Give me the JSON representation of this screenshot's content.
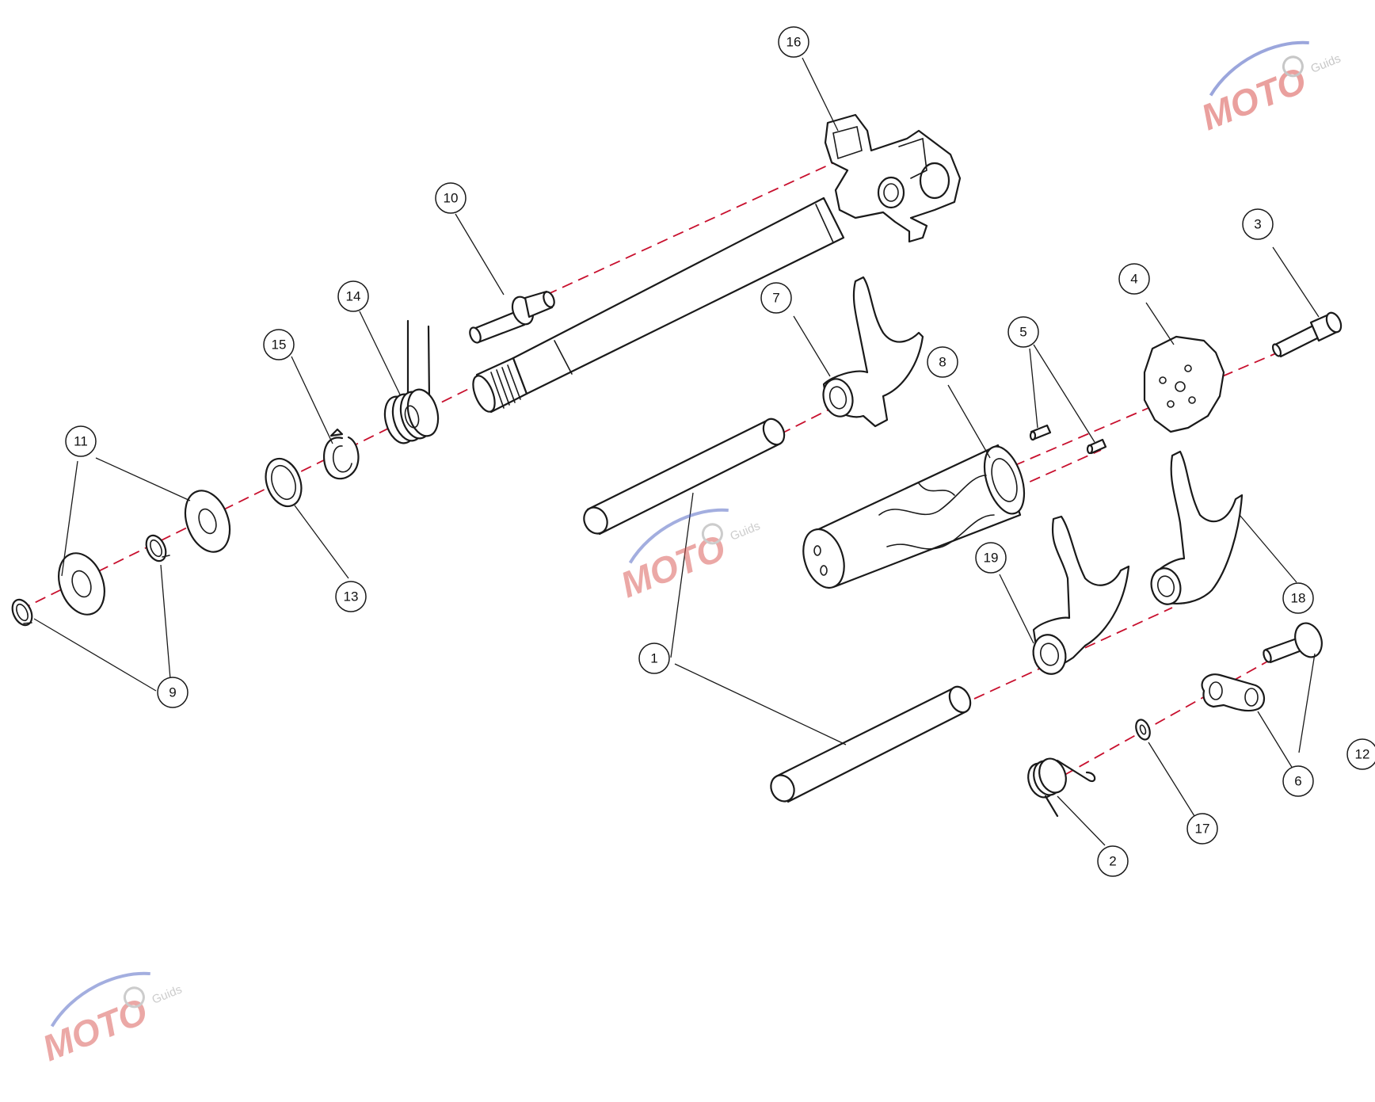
{
  "diagram": {
    "callouts": [
      {
        "id": "c1",
        "label": "1"
      },
      {
        "id": "c2",
        "label": "2"
      },
      {
        "id": "c3",
        "label": "3"
      },
      {
        "id": "c4",
        "label": "4"
      },
      {
        "id": "c5",
        "label": "5"
      },
      {
        "id": "c6",
        "label": "6"
      },
      {
        "id": "c7",
        "label": "7"
      },
      {
        "id": "c8",
        "label": "8"
      },
      {
        "id": "c9",
        "label": "9"
      },
      {
        "id": "c10",
        "label": "10"
      },
      {
        "id": "c11",
        "label": "11"
      },
      {
        "id": "c12",
        "label": "12"
      },
      {
        "id": "c13",
        "label": "13"
      },
      {
        "id": "c14",
        "label": "14"
      },
      {
        "id": "c15",
        "label": "15"
      },
      {
        "id": "c16",
        "label": "16"
      },
      {
        "id": "c17",
        "label": "17"
      },
      {
        "id": "c18",
        "label": "18"
      },
      {
        "id": "c19",
        "label": "19"
      }
    ],
    "colors": {
      "line": "#1a1a1a",
      "axis": "#c8102e",
      "background": "#ffffff",
      "watermark_red": "#d9534f",
      "watermark_blue": "#4a5fc1",
      "watermark_gray": "#9a9a9a"
    }
  },
  "watermark": {
    "brand": "MOTO",
    "sub": "Guids"
  }
}
